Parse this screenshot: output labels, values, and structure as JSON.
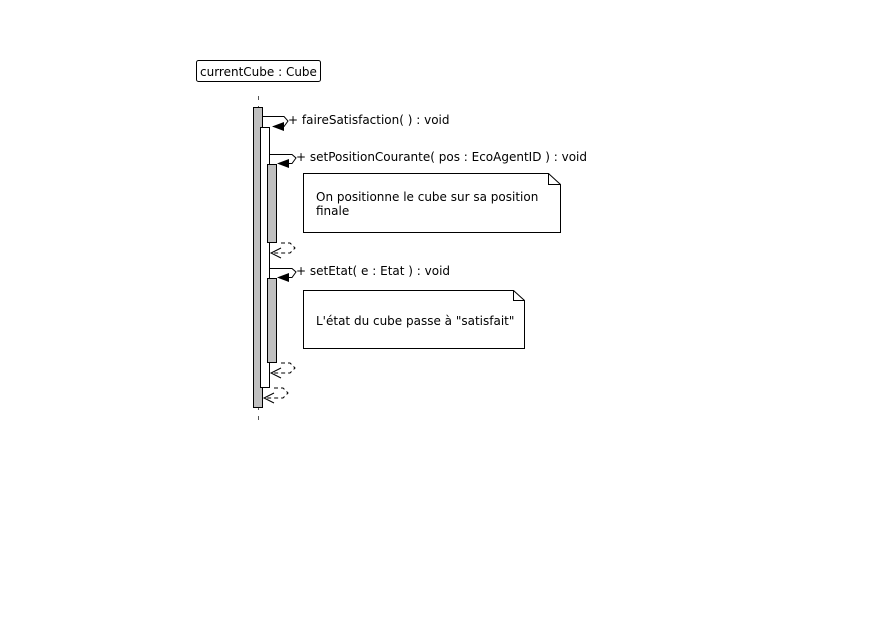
{
  "lifeline": {
    "label": "currentCube : Cube"
  },
  "messages": [
    {
      "label": "+ faireSatisfaction(  ) : void"
    },
    {
      "label": "+ setPositionCourante( pos : EcoAgentID ) : void"
    },
    {
      "label": "+ setEtat( e : Etat ) : void"
    }
  ],
  "notes": [
    {
      "lines": [
        "On positionne le cube sur sa position",
        "finale"
      ]
    },
    {
      "lines": [
        "L'état du cube passe à \"satisfait\""
      ]
    }
  ]
}
